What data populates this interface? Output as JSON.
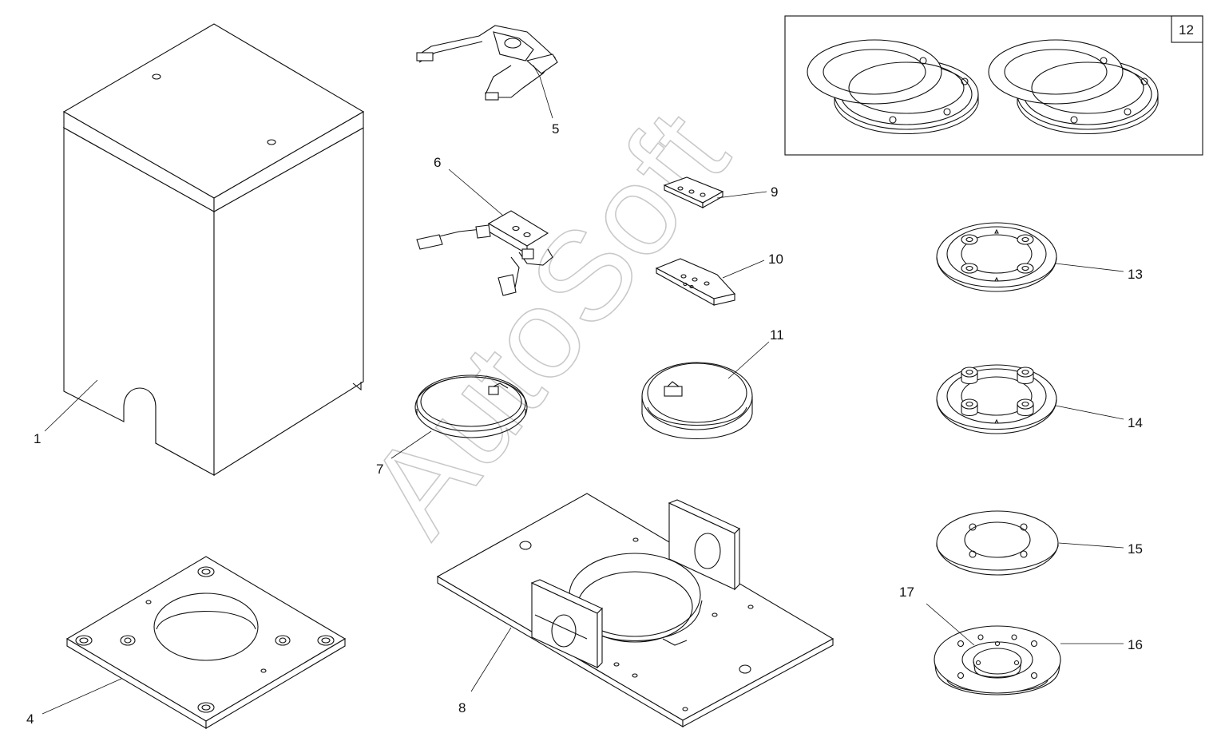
{
  "watermark": "AutoSoft",
  "callouts": {
    "c1": "1",
    "c4": "4",
    "c5": "5",
    "c6": "6",
    "c7": "7",
    "c8": "8",
    "c9": "9",
    "c10": "10",
    "c11": "11",
    "c12": "12",
    "c13": "13",
    "c14": "14",
    "c15": "15",
    "c16": "16",
    "c17": "17"
  }
}
